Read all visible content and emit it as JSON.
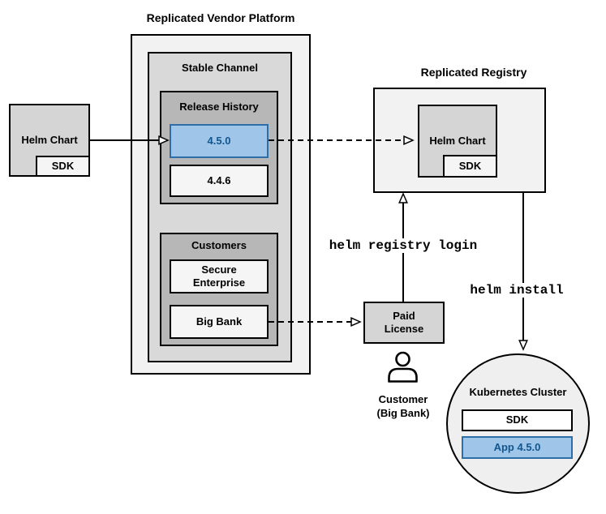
{
  "colors": {
    "accent_fill": "#9fc5e8",
    "accent_border": "#2d6da8",
    "accent_text": "#12568f",
    "outer_gray": "#f2f2f2",
    "mid_gray": "#d9d9d9",
    "dark_gray": "#b7b7b7",
    "box_gray": "#d5d5d5"
  },
  "vendor_platform": {
    "title": "Replicated Vendor Platform",
    "stable_channel": {
      "label": "Stable Channel",
      "release_history": {
        "label": "Release History",
        "releases": [
          {
            "version": "4.5.0",
            "highlighted": true
          },
          {
            "version": "4.4.6",
            "highlighted": false
          }
        ]
      },
      "customers": {
        "label": "Customers",
        "items": [
          "Secure Enterprise",
          "Big Bank"
        ]
      }
    }
  },
  "source_chart": {
    "label": "Helm Chart",
    "sdk": "SDK"
  },
  "registry": {
    "title": "Replicated Registry",
    "chart_label": "Helm Chart",
    "sdk": "SDK"
  },
  "paid_license": {
    "label": "Paid License"
  },
  "customer": {
    "name": "Customer",
    "org": "(Big Bank)"
  },
  "commands": {
    "registry_login": "helm registry login",
    "install": "helm install"
  },
  "cluster": {
    "title": "Kubernetes Cluster",
    "sdk": "SDK",
    "app": "App 4.5.0"
  }
}
